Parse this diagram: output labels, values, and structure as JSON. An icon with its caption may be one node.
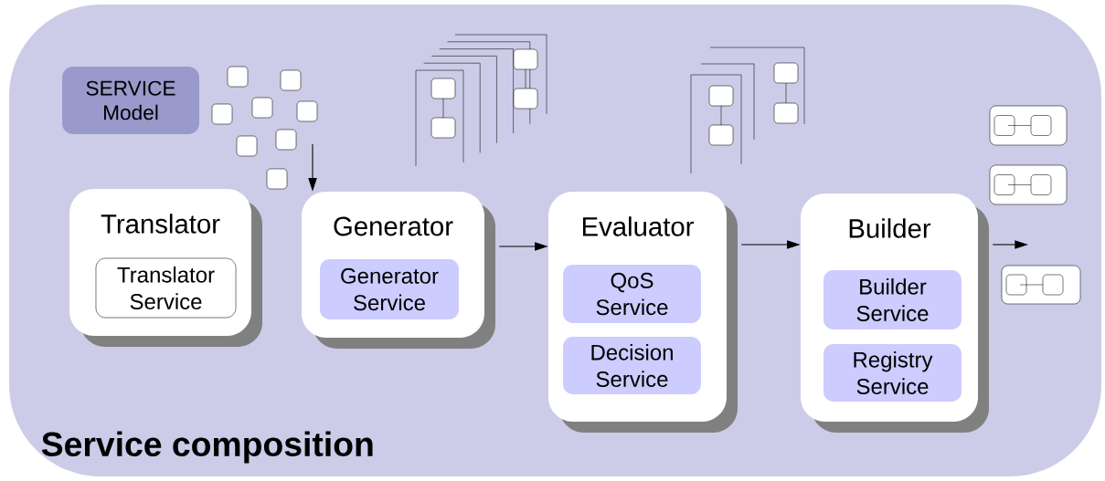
{
  "diagram": {
    "nodes": [
      {
        "text": [
          "Service composition"
        ]
      },
      {
        "text": [
          "SERVICE Model"
        ],
        "in": 0
      },
      {
        "text": [
          "Translator"
        ],
        "in": 0
      },
      {
        "text": [
          "Translator Service"
        ],
        "in": 2
      },
      {
        "text": [
          "Generator"
        ],
        "in": 0
      },
      {
        "text": [
          "Generator Service"
        ],
        "in": 4
      },
      {
        "text": [
          "Evaluator"
        ],
        "in": 0
      },
      {
        "text": [
          "QoS Service"
        ],
        "in": 6
      },
      {
        "text": [
          "Decision Service"
        ],
        "in": 6
      },
      {
        "text": [
          "Builder"
        ],
        "in": 0
      },
      {
        "text": [
          "Builder Service"
        ],
        "in": 9
      },
      {
        "text": [
          "Registry Service"
        ],
        "in": 9
      }
    ],
    "edges": [
      {
        "from": null,
        "to": 4,
        "arrow": "to"
      },
      {
        "from": 4,
        "to": 6,
        "arrow": "to"
      },
      {
        "from": 6,
        "to": 9,
        "arrow": "to"
      },
      {
        "from": 9,
        "to": null,
        "arrow": "to"
      }
    ]
  }
}
